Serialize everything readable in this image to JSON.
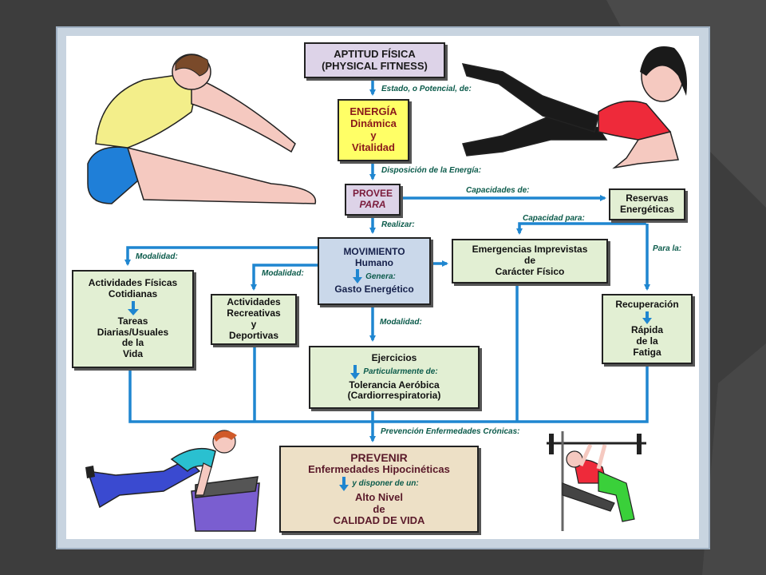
{
  "colors": {
    "background": "#3d3d3d",
    "connector": "#1f86d0",
    "label_text": "#0a5a4a",
    "fitness_box": "#ddd3e8",
    "energy_box": "#ffff66",
    "movement_box": "#cad8ea",
    "activity_box": "#e2efd3",
    "prevent_box": "#ede0c6"
  },
  "nodes": {
    "aptitud": {
      "line1": "APTITUD FÍSICA",
      "line2": "(PHYSICAL FITNESS)"
    },
    "energia": {
      "line1": "ENERGÍA",
      "line2": "Dinámica",
      "line3": "y",
      "line4": "Vitalidad"
    },
    "provee": {
      "line1": "PROVEE",
      "line2": "PARA"
    },
    "reservas": {
      "line1": "Reservas",
      "line2": "Energéticas"
    },
    "movimiento": {
      "line1": "MOVIMIENTO",
      "line2": "Humano",
      "inner_label": "Genera:",
      "line3": "Gasto Energético"
    },
    "emergencias": {
      "line1": "Emergencias Imprevistas",
      "line2": "de",
      "line3": "Carácter Físico"
    },
    "cotidianas": {
      "line1": "Actividades Físicas",
      "line2": "Cotidianas",
      "line3": "Tareas",
      "line4": "Diarias/Usuales",
      "line5": "de la",
      "line6": "Vida"
    },
    "recreativas": {
      "line1": "Actividades",
      "line2": "Recreativas",
      "line3": "y",
      "line4": "Deportivas"
    },
    "ejercicios": {
      "line1": "Ejercicios",
      "inner_label": "Particularmente de:",
      "line2": "Tolerancia Aeróbica",
      "line3": "(Cardiorrespiratoria)"
    },
    "recuperacion": {
      "line1": "Recuperación",
      "line2": "Rápida",
      "line3": "de la",
      "line4": "Fatiga"
    },
    "prevenir": {
      "line1": "PREVENIR",
      "line2": "Enfermedades Hipocinéticas",
      "inner_label": "y disponer de un:",
      "line3": "Alto Nivel",
      "line4": "de",
      "line5": "CALIDAD DE VIDA"
    }
  },
  "edge_labels": {
    "estado": "Estado, o Potencial, de:",
    "disposicion": "Disposición de la Energía:",
    "capacidades": "Capacidades de:",
    "realizar": "Realizar:",
    "capacidad_para": "Capacidad para:",
    "para_la": "Para la:",
    "modalidad_left": "Modalidad:",
    "modalidad_mid": "Modalidad:",
    "modalidad_down": "Modalidad:",
    "prevencion": "Prevención Enfermedades Crónicas:"
  },
  "illustrations": [
    "stretching-man",
    "lying-woman-leg-lift",
    "woman-step-pushup",
    "man-bench-press"
  ]
}
